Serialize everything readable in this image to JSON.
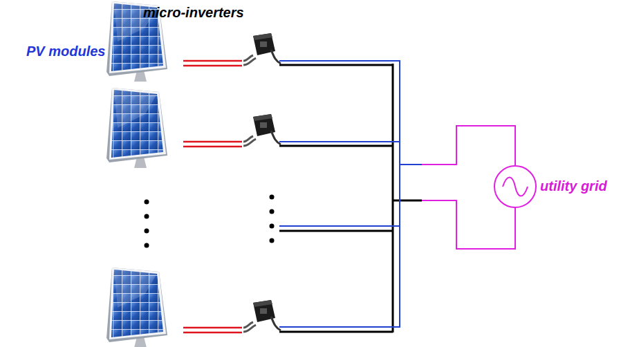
{
  "diagram": {
    "labels": [
      "micro-inverters",
      "PV modules",
      "utility grid"
    ]
  }
}
